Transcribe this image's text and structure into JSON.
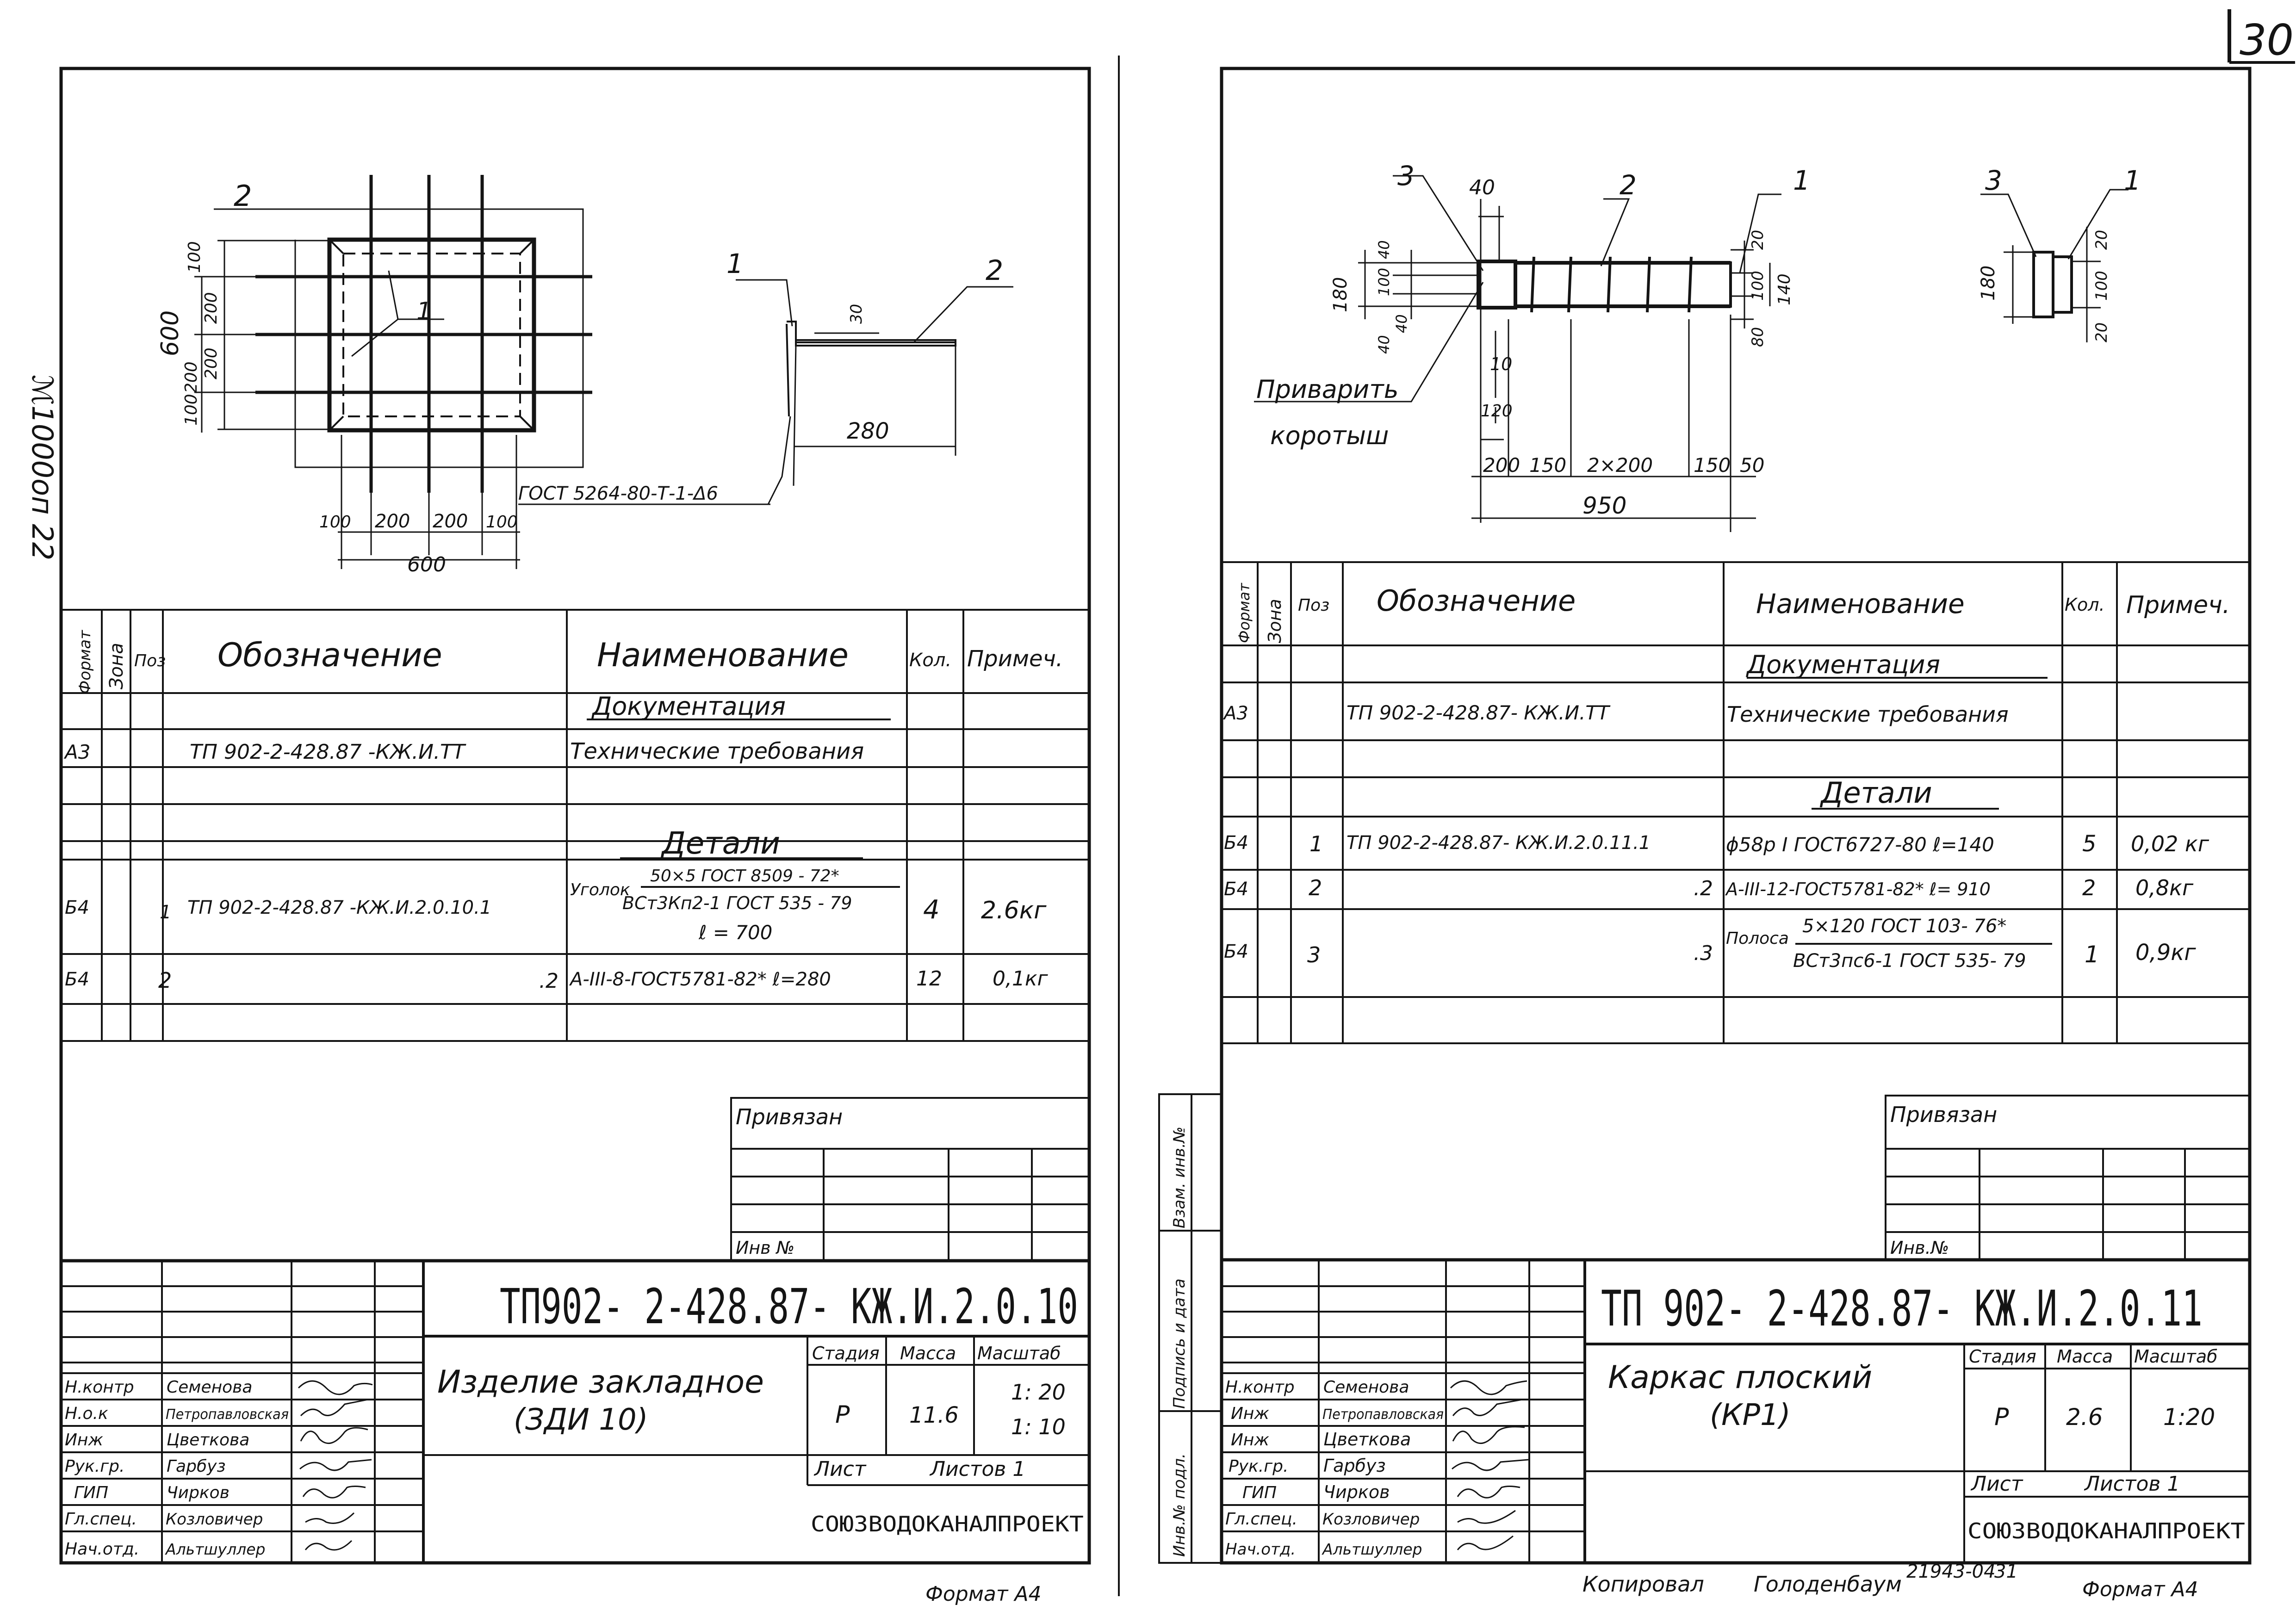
{
  "page_number": "30",
  "margin_note": "ℳ1000оп 22",
  "footer": {
    "copied_label": "Копировал",
    "copied_name": "Голоденбаум",
    "code": "21943-04",
    "page": "31"
  },
  "left": {
    "plan": {
      "callout_2": "2",
      "callout_1": "1",
      "dims_left": [
        "100",
        "200",
        "200"
      ],
      "dim_600_vert": "600",
      "dims_left2": [
        "100",
        "200"
      ],
      "dims_bottom": [
        "100",
        "200",
        "200",
        "100"
      ],
      "dim_600": "600"
    },
    "section": {
      "callout_1": "1",
      "callout_2": "2",
      "dim_30": "30",
      "dim_280": "280",
      "weld": "ГОСТ 5264-80-Т-1-Δ6"
    },
    "headers": {
      "format": "Формат",
      "zone": "Зона",
      "pos": "Поз",
      "designation": "Обозначение",
      "name": "Наименование",
      "qty": "Кол.",
      "note": "Примеч."
    },
    "section_doc": "Документация",
    "section_parts": "Детали",
    "rows": {
      "r1": {
        "format": "А3",
        "designation": "ТП 902-2-428.87 -КЖ.И.ТТ",
        "name": "Технические требования"
      },
      "r2": {
        "format": "Б4",
        "pos": "1",
        "designation": "ТП 902-2-428.87 -КЖ.И.2.0.10.1",
        "name_a": "Уголок",
        "name_b": "50×5 ГОСТ 8509 - 72*",
        "name_c": "ВСт3Кп2-1 ГОСТ 535 - 79",
        "name_d": "ℓ = 700",
        "qty": "4",
        "note": "2.6кг"
      },
      "r3": {
        "format": "Б4",
        "pos": "2",
        "designation": ".2",
        "name": "А-III-8-ГОСТ5781-82* ℓ=280",
        "qty": "12",
        "note": "0,1кг"
      }
    },
    "bound": {
      "label": "Привязан",
      "inv": "Инв №"
    },
    "stamp": {
      "code": "ТП902- 2-428.87- КЖ.И.2.0.10",
      "title_1": "Изделие  закладное",
      "title_2": "(ЗДИ 10)",
      "stage_h": "Стадия",
      "mass_h": "Масса",
      "scale_h": "Масштаб",
      "stage": "Р",
      "mass": "11.6",
      "scale_1": "1: 20",
      "scale_2": "1: 10",
      "sheet": "Лист",
      "sheets": "Листов 1",
      "org": "СОЮЗВОДОКАНАЛПРОЕКТ",
      "roles": [
        "Н.контр",
        "Н.о.к",
        "Инж",
        "Рук.гр.",
        "ГИП",
        "Гл.спец.",
        "Нач.отд."
      ],
      "names": [
        "Семенова",
        "Петропавловская",
        "Цветкова",
        "Гарбуз",
        "Чирков",
        "Козловичер",
        "Альтшуллер"
      ]
    },
    "format_label": "Формат А4"
  },
  "right": {
    "plan": {
      "callout_3": "3",
      "dim_40": "40",
      "callout_2": "2",
      "callout_1": "1",
      "dim_180": "180",
      "dims_left": [
        "40",
        "100",
        "40"
      ],
      "dim_40_b": "40",
      "dim_20": "20",
      "dim_100": "100",
      "dim_80": "80",
      "dim_140": "140",
      "dim_10": "10",
      "dim_120": "120",
      "weld_note_1": "Приварить",
      "weld_note_2": "коротыш",
      "dims_bottom": [
        "200",
        "150",
        "2×200",
        "150",
        "50"
      ],
      "dim_950": "950"
    },
    "end_view": {
      "callout_3": "3",
      "callout_1": "1",
      "dim_180": "180",
      "dim_20a": "20",
      "dim_100": "100",
      "dim_20b": "20"
    },
    "headers": {
      "format": "Формат",
      "zone": "Зона",
      "pos": "Поз",
      "designation": "Обозначение",
      "name": "Наименование",
      "qty": "Кол.",
      "note": "Примеч."
    },
    "section_doc": "Документация",
    "section_parts": "Детали",
    "rows": {
      "r1": {
        "format": "А3",
        "designation": "ТП 902-2-428.87-  КЖ.И.ТТ",
        "name": "Технические требования"
      },
      "r2": {
        "format": "Б4",
        "pos": "1",
        "designation": "ТП 902-2-428.87-  КЖ.И.2.0.11.1",
        "name": "ϕ58р I ГОСТ6727-80 ℓ=140",
        "qty": "5",
        "note": "0,02 кг"
      },
      "r3": {
        "format": "Б4",
        "pos": "2",
        "designation": ".2",
        "name": "А-III-12-ГОСТ5781-82* ℓ= 910",
        "qty": "2",
        "note": "0,8кг"
      },
      "r4": {
        "format": "Б4",
        "pos": "3",
        "designation": ".3",
        "name_a": "Полоса",
        "name_b": "5×120 ГОСТ 103- 76*",
        "name_c": "ВСт3пс6-1 ГОСТ 535- 79",
        "qty": "1",
        "note": "0,9кг"
      }
    },
    "bound": {
      "label": "Привязан",
      "inv": "Инв.№"
    },
    "side_labels": {
      "inv_sub": "Инв.№ подл.",
      "sign_date": "Подпись и дата",
      "swap_inv": "Взам. инв.№"
    },
    "stamp": {
      "code": "ТП 902- 2-428.87- КЖ.И.2.0.11",
      "title_1": "Каркас  плоский",
      "title_2": "(КР1)",
      "stage_h": "Стадия",
      "mass_h": "Масса",
      "scale_h": "Масштаб",
      "stage": "Р",
      "mass": "2.6",
      "scale": "1:20",
      "sheet": "Лист",
      "sheets": "Листов 1",
      "org": "СОЮЗВОДОКАНАЛПРОЕКТ",
      "roles": [
        "Н.контр",
        "Инж",
        "Инж",
        "Рук.гр.",
        "ГИП",
        "Гл.спец.",
        "Нач.отд."
      ],
      "names": [
        "Семенова",
        "Петропавловская",
        "Цветкова",
        "Гарбуз",
        "Чирков",
        "Козловичер",
        "Альтшуллер"
      ]
    },
    "format_label": "Формат А4"
  }
}
